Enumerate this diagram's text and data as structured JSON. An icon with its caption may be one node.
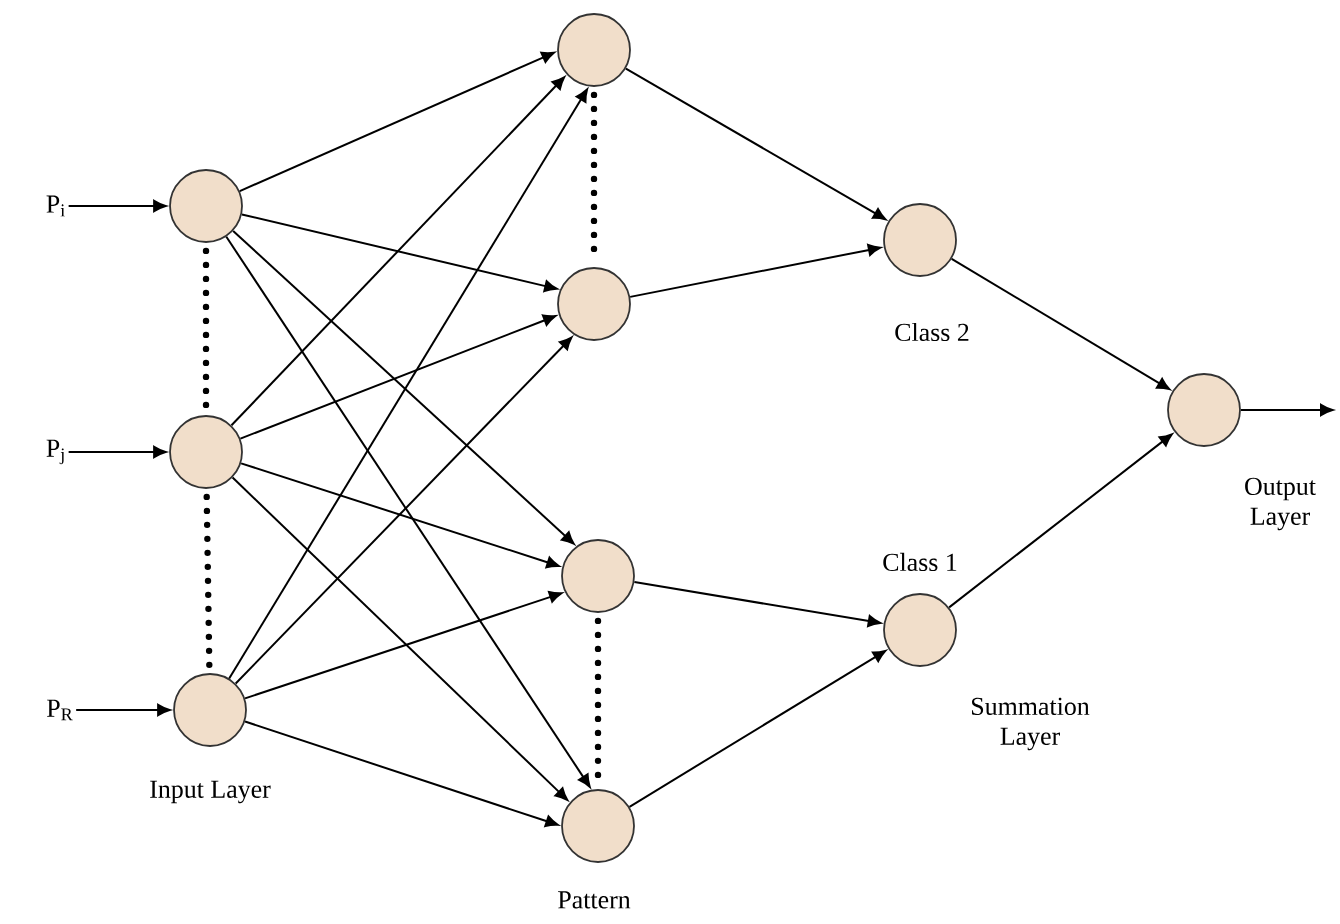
{
  "diagram": {
    "nodes": [
      {
        "text": [
          "P$_{i}$"
        ]
      },
      {
        "text": [
          "P$_{j}$"
        ]
      },
      {
        "text": [
          "P$_{R}$"
        ]
      },
      {
        "text": [],
        "shape": "circle"
      },
      {
        "text": [],
        "shape": "circle"
      },
      {
        "text": [],
        "shape": "circle"
      },
      {
        "text": [],
        "shape": "circle"
      },
      {
        "text": [],
        "shape": "circle"
      },
      {
        "text": [],
        "shape": "circle"
      },
      {
        "text": [],
        "shape": "circle"
      },
      {
        "text": [],
        "shape": "circle",
        "beside": [
          "Class 2"
        ]
      },
      {
        "text": [],
        "shape": "circle",
        "beside": [
          "Class 1"
        ]
      },
      {
        "text": [],
        "shape": "circle"
      }
    ],
    "edges": [
      {
        "from": 0,
        "to": 3,
        "arrow": "to"
      },
      {
        "from": 1,
        "to": 4,
        "arrow": "to"
      },
      {
        "from": 2,
        "to": 5,
        "arrow": "to"
      },
      {
        "from": 3,
        "to": 4,
        "arrow": "none",
        "style": "dashed"
      },
      {
        "from": 4,
        "to": 5,
        "arrow": "none",
        "style": "dashed"
      },
      {
        "from": 3,
        "to": 6,
        "arrow": "to"
      },
      {
        "from": 3,
        "to": 7,
        "arrow": "to"
      },
      {
        "from": 3,
        "to": 8,
        "arrow": "to"
      },
      {
        "from": 3,
        "to": 9,
        "arrow": "to"
      },
      {
        "from": 4,
        "to": 6,
        "arrow": "to"
      },
      {
        "from": 4,
        "to": 7,
        "arrow": "to"
      },
      {
        "from": 4,
        "to": 8,
        "arrow": "to"
      },
      {
        "from": 4,
        "to": 9,
        "arrow": "to"
      },
      {
        "from": 5,
        "to": 6,
        "arrow": "to"
      },
      {
        "from": 5,
        "to": 7,
        "arrow": "to"
      },
      {
        "from": 5,
        "to": 8,
        "arrow": "to"
      },
      {
        "from": 5,
        "to": 9,
        "arrow": "to"
      },
      {
        "from": 6,
        "to": 7,
        "arrow": "none",
        "style": "dashed"
      },
      {
        "from": 8,
        "to": 9,
        "arrow": "none",
        "style": "dashed"
      },
      {
        "from": 6,
        "to": 10,
        "arrow": "to"
      },
      {
        "from": 7,
        "to": 10,
        "arrow": "to"
      },
      {
        "from": 8,
        "to": 11,
        "arrow": "to"
      },
      {
        "from": 9,
        "to": 11,
        "arrow": "to"
      },
      {
        "from": 10,
        "to": 12,
        "arrow": "to"
      },
      {
        "from": 11,
        "to": 12,
        "arrow": "to"
      },
      {
        "from": 12,
        "to": null,
        "arrow": "to"
      }
    ],
    "labels": [
      "Input Layer",
      "Pattern",
      "Summation Layer",
      "Output Layer"
    ]
  }
}
